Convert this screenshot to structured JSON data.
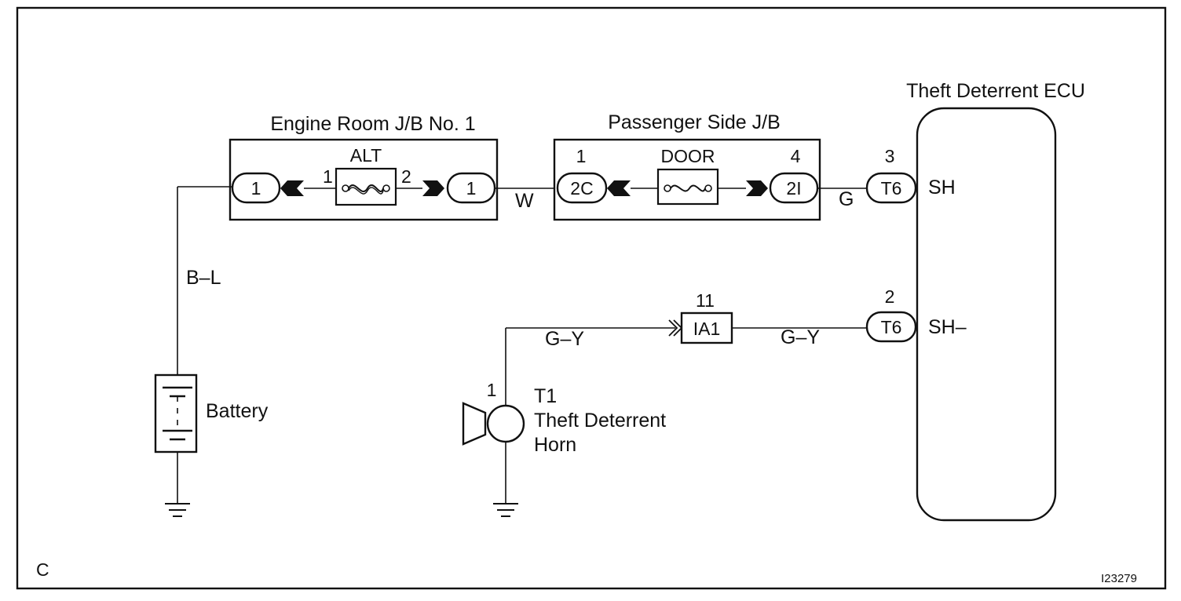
{
  "colors": {
    "line": "#111111",
    "background": "#ffffff"
  },
  "ecu": {
    "name": "Theft Deterrent ECU",
    "terminals": [
      {
        "pin": "3",
        "connector": "T6",
        "label": "SH"
      },
      {
        "pin": "2",
        "connector": "T6",
        "label": "SH–"
      }
    ]
  },
  "engine_room_jb": {
    "name": "Engine Room J/B No. 1",
    "in_connector": "1",
    "out_connector": "1",
    "fuse": {
      "name": "ALT",
      "pin_in": "1",
      "pin_out": "2"
    }
  },
  "passenger_jb": {
    "name": "Passenger Side J/B",
    "in_connector": "2C",
    "in_pin": "1",
    "out_connector": "2I",
    "out_pin": "4",
    "fuse": {
      "name": "DOOR"
    }
  },
  "wires": {
    "battery": "B–L",
    "jb_link": "W",
    "ecu_sh": "G",
    "horn_to_ia1": "G–Y",
    "ia1_to_ecu": "G–Y"
  },
  "junction_connector": {
    "name": "IA1",
    "pin": "11"
  },
  "battery": {
    "name": "Battery"
  },
  "horn": {
    "pin": "1",
    "code": "T1",
    "name_line1": "Theft Deterrent",
    "name_line2": "Horn"
  },
  "corner_letter": "C",
  "figure_id": "I23279"
}
